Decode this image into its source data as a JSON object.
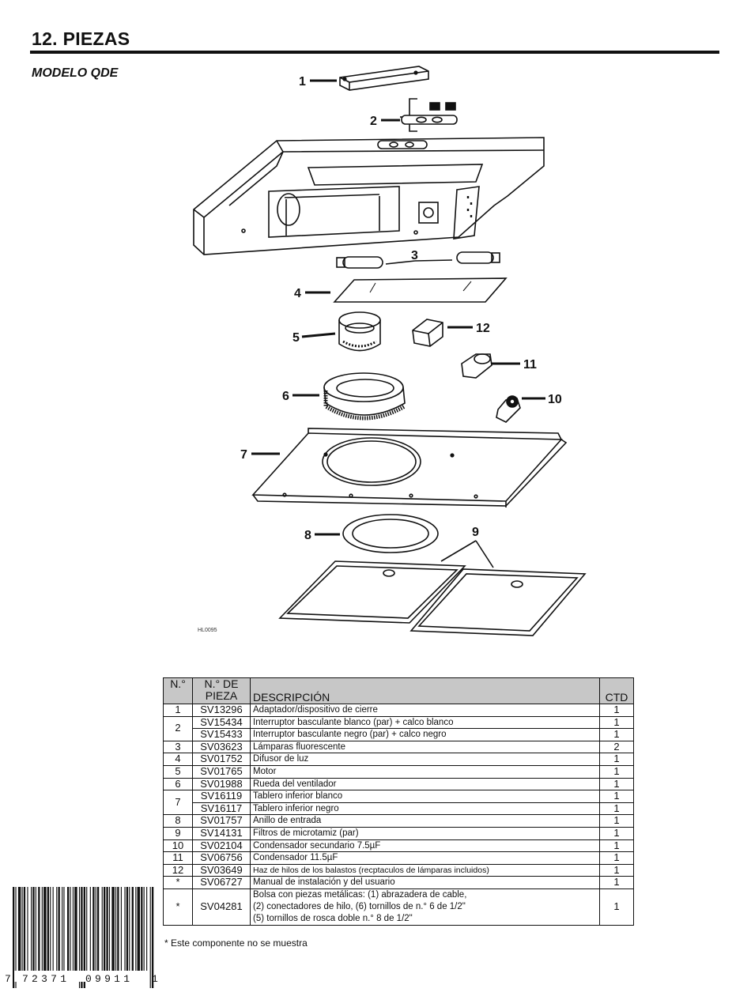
{
  "header": {
    "section_title": "12. PIEZAS",
    "model": "MODELO QDE"
  },
  "diagram": {
    "figure_code": "HL0095",
    "callouts": [
      "1",
      "2",
      "3",
      "4",
      "5",
      "6",
      "7",
      "8",
      "9",
      "10",
      "11",
      "12"
    ]
  },
  "table": {
    "headers": {
      "no": "N.°",
      "part_no": "N.° DE PIEZA",
      "description": "DESCRIPCIÓN",
      "qty": "CTD"
    },
    "rows": [
      {
        "no": "1",
        "part": "SV13296",
        "desc": "Adaptador/dispositivo de cierre",
        "qty": "1"
      },
      {
        "no": "2",
        "part": "SV15434",
        "desc": "Interruptor basculante blanco (par) + calco blanco",
        "qty": "1"
      },
      {
        "no": "",
        "part": "SV15433",
        "desc": "Interruptor basculante negro (par) + calco negro",
        "qty": "1"
      },
      {
        "no": "3",
        "part": "SV03623",
        "desc": "Lámparas fluorescente",
        "qty": "2"
      },
      {
        "no": "4",
        "part": "SV01752",
        "desc": "Difusor de luz",
        "qty": "1"
      },
      {
        "no": "5",
        "part": "SV01765",
        "desc": "Motor",
        "qty": "1"
      },
      {
        "no": "6",
        "part": "SV01988",
        "desc": "Rueda del ventilador",
        "qty": "1"
      },
      {
        "no": "7",
        "part": "SV16119",
        "desc": "Tablero inferior blanco",
        "qty": "1"
      },
      {
        "no": "",
        "part": "SV16117",
        "desc": "Tablero inferior negro",
        "qty": "1"
      },
      {
        "no": "8",
        "part": "SV01757",
        "desc": "Anillo de entrada",
        "qty": "1"
      },
      {
        "no": "9",
        "part": "SV14131",
        "desc": "Filtros de microtamiz (par)",
        "qty": "1"
      },
      {
        "no": "10",
        "part": "SV02104",
        "desc": "Condensador secundario 7.5µF",
        "qty": "1"
      },
      {
        "no": "11",
        "part": "SV06756",
        "desc": "Condensador 11.5µF",
        "qty": "1"
      },
      {
        "no": "12",
        "part": "SV03649",
        "desc": "Haz de hilos de los balastos (recptaculos de lámparas incluidos)",
        "qty": "1"
      },
      {
        "no": "*",
        "part": "SV06727",
        "desc": "Manual de instalación y del usuario",
        "qty": "1"
      },
      {
        "no": "*",
        "part": "SV04281",
        "desc_lines": [
          "Bolsa con piezas metálicas: (1) abrazadera de cable,",
          "(2) conectadores de hilo, (6) tornillos de n.° 6 de 1/2\"",
          "(5) tornillos de rosca doble n.° 8 de 1/2\""
        ],
        "qty": "1"
      }
    ]
  },
  "footnote": "* Este componente no se muestra",
  "barcode": {
    "digits_left": "7",
    "digits_mid1": "72371",
    "digits_mid2": "09911",
    "digits_right": "1"
  }
}
